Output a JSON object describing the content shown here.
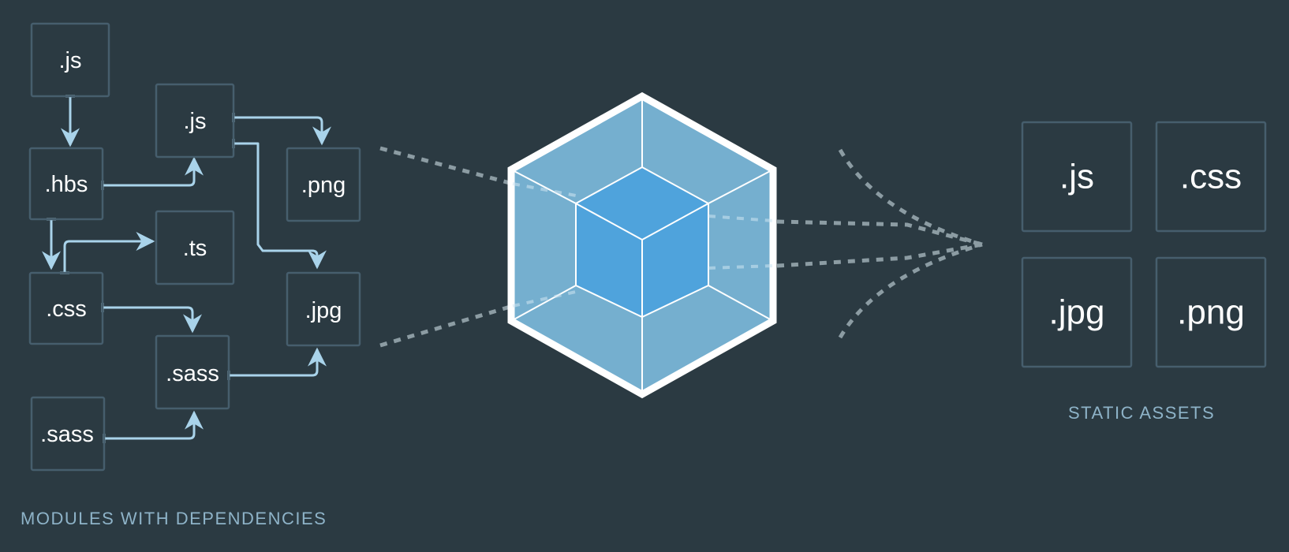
{
  "modules": {
    "caption": "MODULES WITH DEPENDENCIES",
    "items": [
      {
        "id": "m-js-1",
        "label": ".js"
      },
      {
        "id": "m-hbs",
        "label": ".hbs"
      },
      {
        "id": "m-css",
        "label": ".css"
      },
      {
        "id": "m-sass-1",
        "label": ".sass"
      },
      {
        "id": "m-js-2",
        "label": ".js"
      },
      {
        "id": "m-ts",
        "label": ".ts"
      },
      {
        "id": "m-sass-2",
        "label": ".sass"
      },
      {
        "id": "m-png",
        "label": ".png"
      },
      {
        "id": "m-jpg",
        "label": ".jpg"
      }
    ]
  },
  "assets": {
    "caption": "STATIC ASSETS",
    "items": [
      {
        "id": "a-js",
        "label": ".js"
      },
      {
        "id": "a-css",
        "label": ".css"
      },
      {
        "id": "a-jpg",
        "label": ".jpg"
      },
      {
        "id": "a-png",
        "label": ".png"
      }
    ]
  },
  "colors": {
    "background": "#2b3a42",
    "box_border": "#465e6d",
    "arrow": "#a9d3ea",
    "caption": "#8eb3c8",
    "cube_outer": "#75afcf",
    "cube_inner": "#4fa3dc",
    "dots": "#8c9ca3"
  }
}
